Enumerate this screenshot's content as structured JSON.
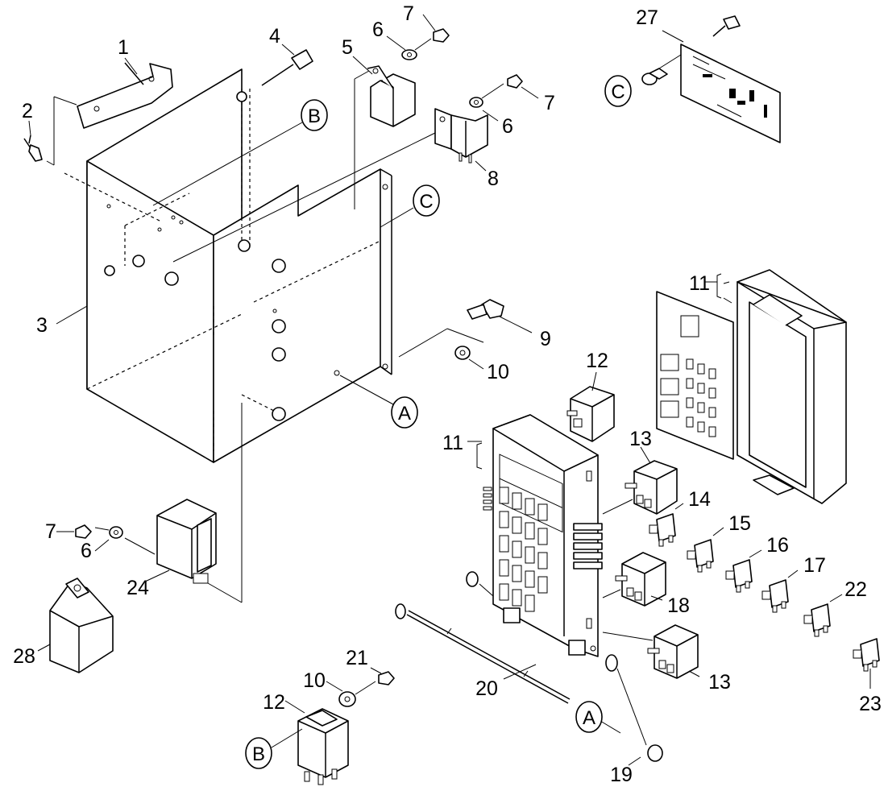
{
  "diagram": {
    "part_numbers": {
      "p1": "1",
      "p2": "2",
      "p3": "3",
      "p4": "4",
      "p5": "5",
      "p6a": "6",
      "p6b": "6",
      "p6c": "6",
      "p7a": "7",
      "p7b": "7",
      "p7c": "7",
      "p8": "8",
      "p9": "9",
      "p10a": "10",
      "p10b": "10",
      "p11a": "11",
      "p11b": "11",
      "p12a": "12",
      "p12b": "12",
      "p13a": "13",
      "p13b": "13",
      "p14": "14",
      "p15": "15",
      "p16": "16",
      "p17": "17",
      "p18": "18",
      "p19": "19",
      "p20": "20",
      "p21": "21",
      "p22": "22",
      "p23": "23",
      "p24": "24",
      "p27": "27",
      "p28": "28"
    },
    "reference_markers": {
      "a1": "A",
      "a2": "A",
      "b1": "B",
      "b2": "B",
      "c1": "C",
      "c2": "C"
    }
  }
}
